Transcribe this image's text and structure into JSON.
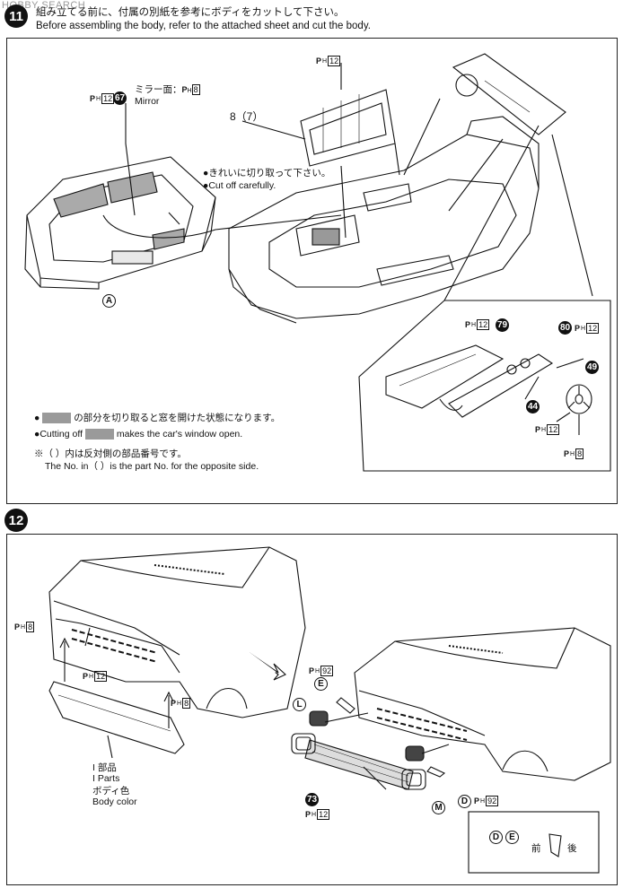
{
  "watermark": "HOBBY SEARCH",
  "step11": {
    "number": "11",
    "jp": "組み立てる前に、付属の別紙を参考にボディをカットして下さい。",
    "en": "Before assembling the body, refer to the attached sheet and cut the body.",
    "mirror": {
      "part": "67",
      "ph": "12",
      "jp": "ミラー面：",
      "ph2": "8",
      "en": "Mirror"
    },
    "top_ph": "12",
    "pair_label": "8（7）",
    "cut_jp": "●きれいに切り取って下さい。",
    "cut_en": "●Cut off carefully.",
    "a_label": "A",
    "inset": {
      "part79": "79",
      "ph79": "12",
      "part80": "80",
      "ph80": "12",
      "part49": "49",
      "part44": "44",
      "ph44": "12",
      "ph49": "8"
    },
    "window_jp_pre": "●",
    "window_jp_post": "の部分を切り取ると窓を開けた状態になります。",
    "window_en_pre": "●Cutting off",
    "window_en_post": "makes the car's window open.",
    "note_jp": "※（ ）内は反対側の部品番号です。",
    "note_en": "The No. in（ ）is the part No. for the opposite side."
  },
  "step12": {
    "number": "12",
    "ph_top": "8",
    "ph_mid": "12",
    "ph_right": "8",
    "i_parts_jp": "I 部品",
    "i_parts_en": "I Parts",
    "body_color_jp": "ボディ色",
    "body_color_en": "Body color",
    "ph92_top": "92",
    "e_label": "E",
    "l_label": "L",
    "part73": "73",
    "ph73": "12",
    "m_label": "M",
    "d_label": "D",
    "ph92_right": "92",
    "legend": {
      "d": "D",
      "e": "E",
      "front": "前",
      "rear": "後"
    }
  }
}
